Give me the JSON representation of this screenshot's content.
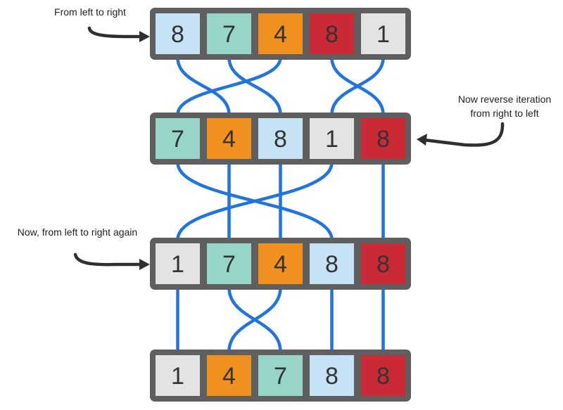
{
  "annotations": {
    "first_pass": "From left to right",
    "reverse_line1": "Now reverse iteration",
    "reverse_line2": "from right to left",
    "third_pass": "Now, from left to right again"
  },
  "colors": {
    "light_blue": "#c6e3f6",
    "teal": "#96d5c8",
    "orange": "#f0901f",
    "red": "#ca2a36",
    "light_gray": "#e3e3e3",
    "frame": "#5f5f5f",
    "line": "#1f74e0",
    "arrow": "#2f2f2f",
    "digit": "#333333"
  },
  "rows": [
    {
      "name": "row-1",
      "cells": [
        {
          "value": "8",
          "color": "light_blue"
        },
        {
          "value": "7",
          "color": "teal"
        },
        {
          "value": "4",
          "color": "orange"
        },
        {
          "value": "8",
          "color": "red"
        },
        {
          "value": "1",
          "color": "light_gray"
        }
      ]
    },
    {
      "name": "row-2",
      "cells": [
        {
          "value": "7",
          "color": "teal"
        },
        {
          "value": "4",
          "color": "orange"
        },
        {
          "value": "8",
          "color": "light_blue"
        },
        {
          "value": "1",
          "color": "light_gray"
        },
        {
          "value": "8",
          "color": "red"
        }
      ]
    },
    {
      "name": "row-3",
      "cells": [
        {
          "value": "1",
          "color": "light_gray"
        },
        {
          "value": "7",
          "color": "teal"
        },
        {
          "value": "4",
          "color": "orange"
        },
        {
          "value": "8",
          "color": "light_blue"
        },
        {
          "value": "8",
          "color": "red"
        }
      ]
    },
    {
      "name": "row-4",
      "cells": [
        {
          "value": "1",
          "color": "light_gray"
        },
        {
          "value": "4",
          "color": "orange"
        },
        {
          "value": "7",
          "color": "teal"
        },
        {
          "value": "8",
          "color": "light_blue"
        },
        {
          "value": "8",
          "color": "red"
        }
      ]
    }
  ],
  "moves": [
    [
      1,
      2,
      0,
      4,
      3
    ],
    [
      3,
      1,
      2,
      0,
      4
    ],
    [
      0,
      2,
      1,
      3,
      4
    ]
  ]
}
